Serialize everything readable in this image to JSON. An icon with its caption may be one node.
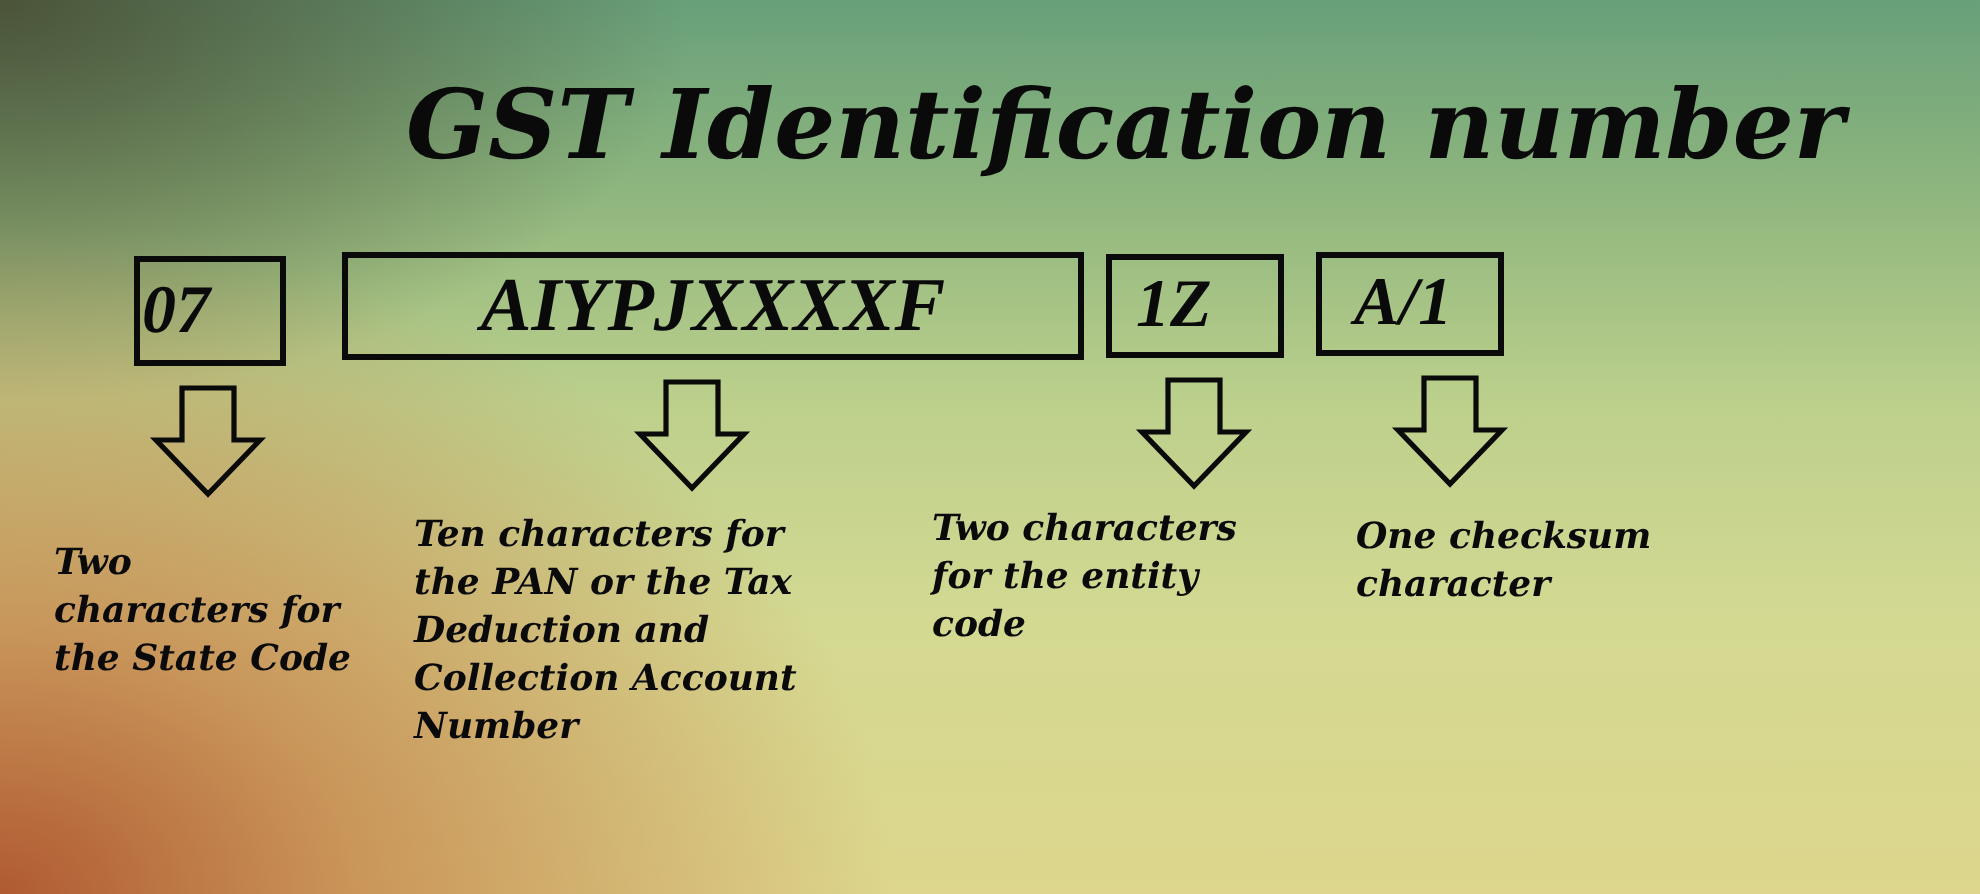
{
  "diagram": {
    "title": "GST Identification number",
    "nodes": [
      {
        "text": [
          "07"
        ]
      },
      {
        "text": [
          "AIYPJXXXXF"
        ]
      },
      {
        "text": [
          "1Z"
        ]
      },
      {
        "text": [
          "A/1"
        ]
      },
      {
        "text": [
          "Two characters for the State Code"
        ]
      },
      {
        "text": [
          "Ten characters for the PAN or the Tax Deduction and Collection Account Number"
        ]
      },
      {
        "text": [
          "Two characters for the entity code"
        ]
      },
      {
        "text": [
          "One checksum character"
        ]
      }
    ],
    "edges": [
      {
        "from": 0,
        "to": 4,
        "arrow": "to"
      },
      {
        "from": 1,
        "to": 5,
        "arrow": "to"
      },
      {
        "from": 2,
        "to": 6,
        "arrow": "to"
      },
      {
        "from": 3,
        "to": 7,
        "arrow": "to"
      }
    ]
  }
}
